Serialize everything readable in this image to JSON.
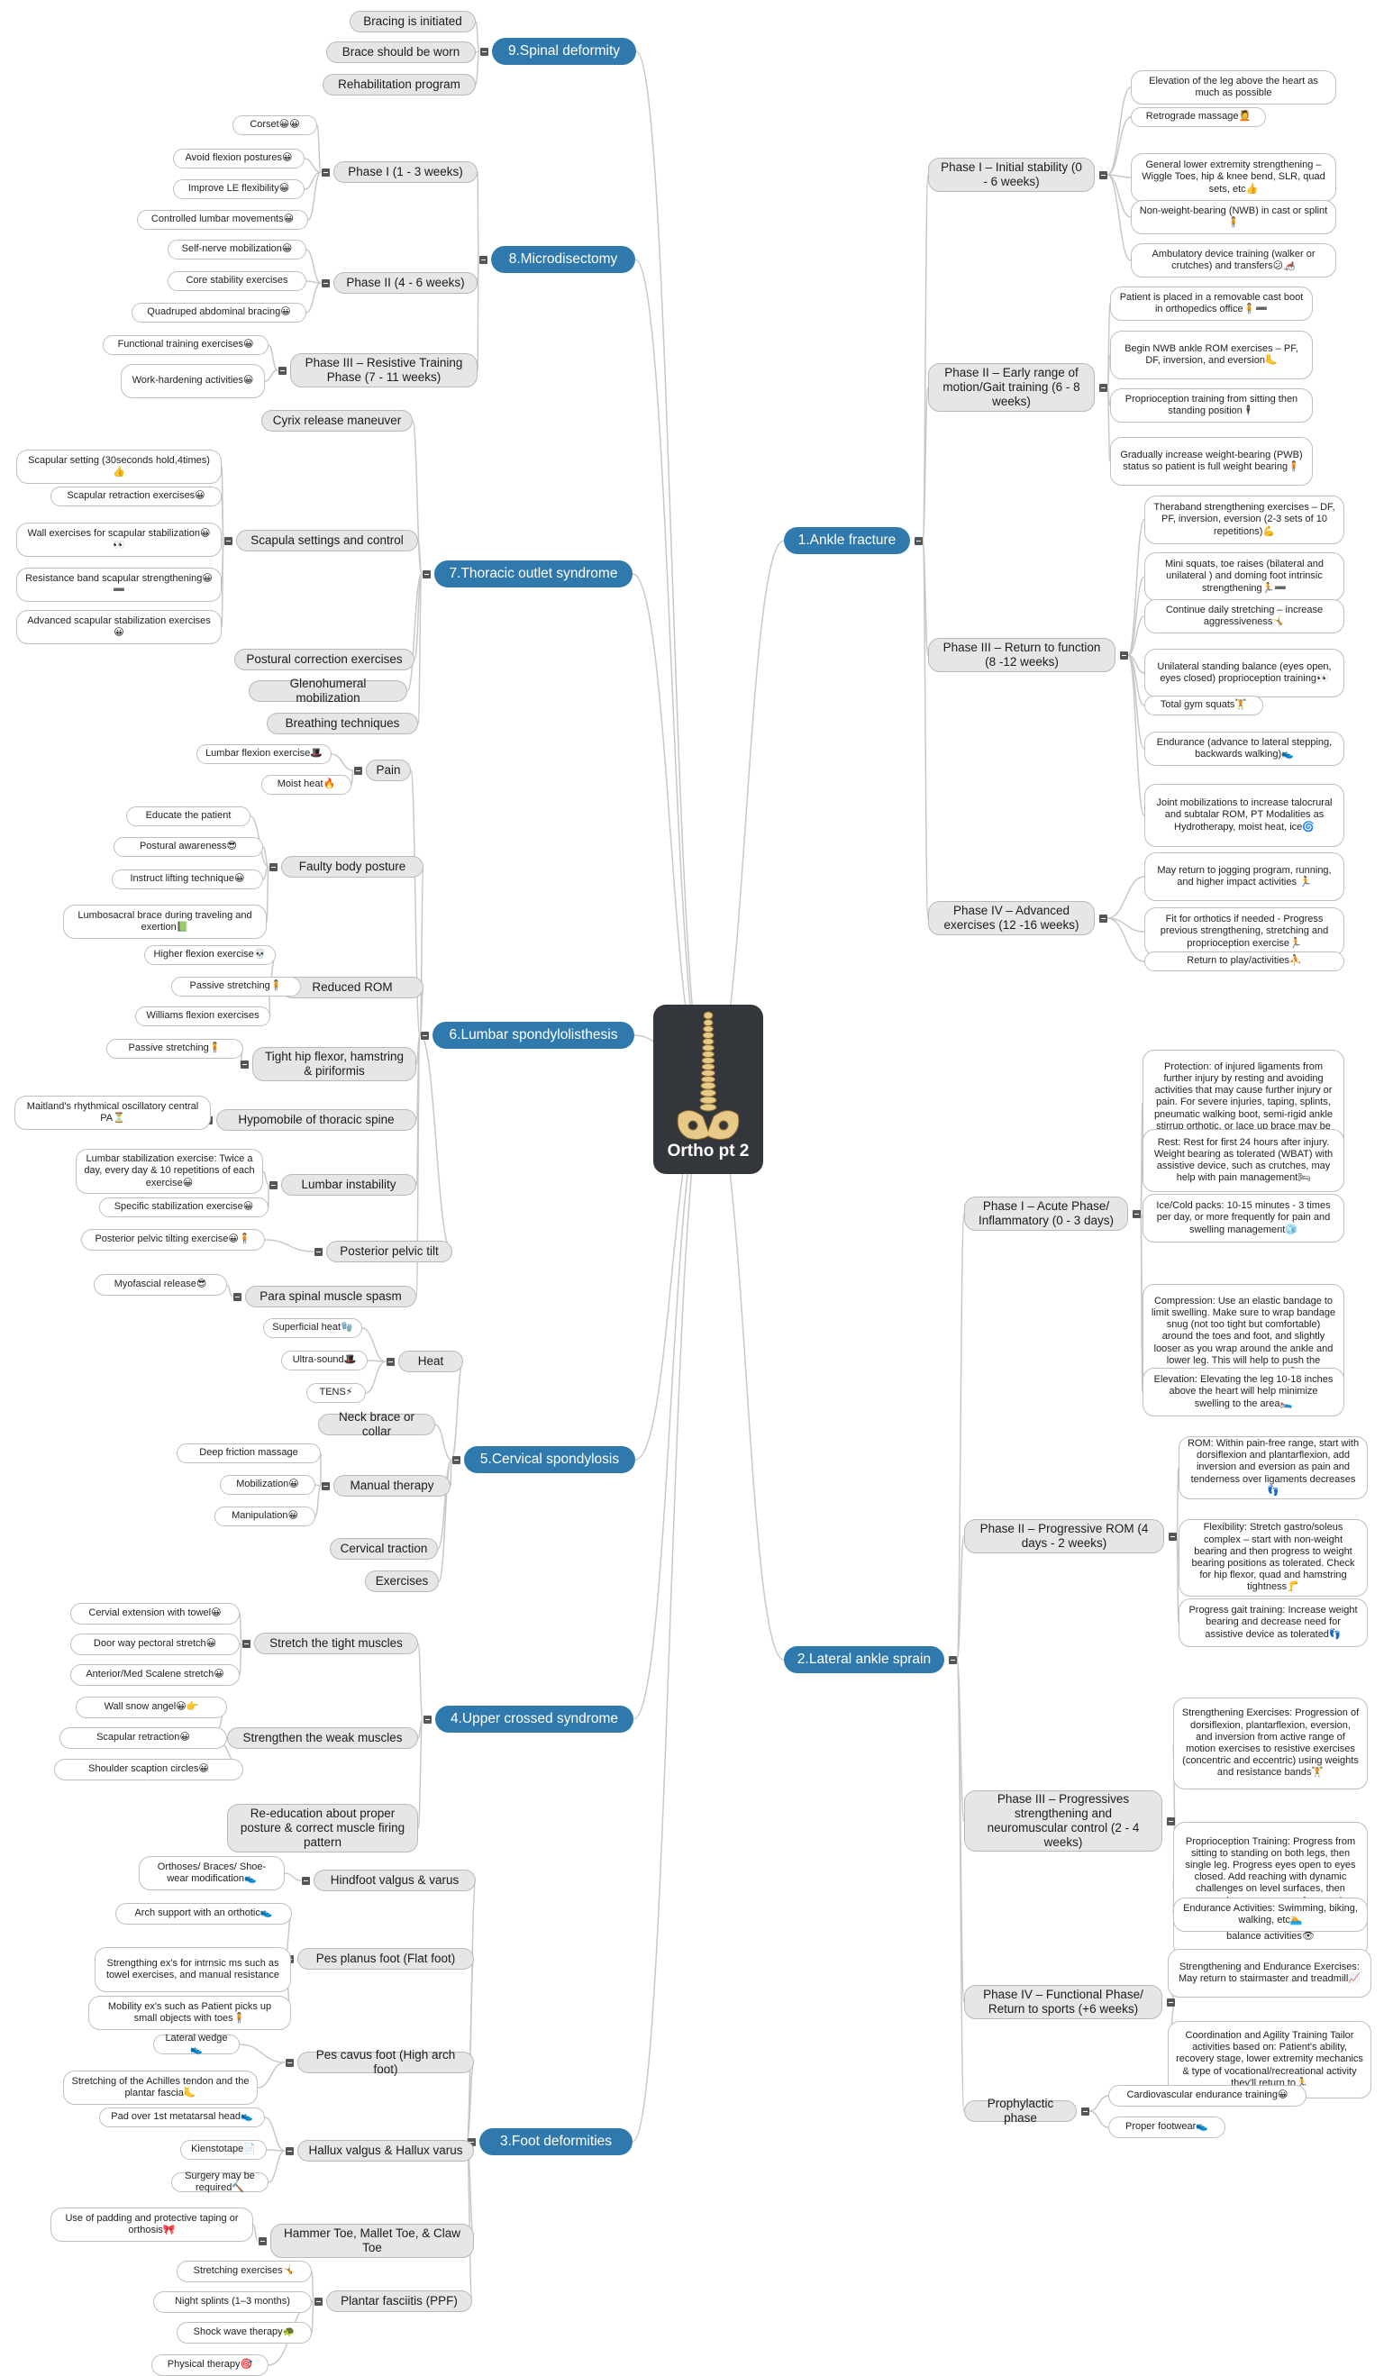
{
  "central": {
    "title": "Ortho pt 2",
    "image": "spine-skeleton-icon"
  },
  "colors": {
    "topic": "#2f79ad",
    "subtopic": "#e6e6e6",
    "central": "#33373b",
    "line": "#c8c8c8"
  },
  "topics": [
    {
      "label": "1.Ankle fracture",
      "children": [
        {
          "label": "Phase I – Initial stability (0 - 6 weeks)",
          "children": [
            {
              "label": "Elevation of the leg above the heart as much as possible"
            },
            {
              "label": "Retrograde massage💆"
            },
            {
              "label": "General lower extremity strengthening – Wiggle Toes, hip & knee bend, SLR, quad sets, etc👍"
            },
            {
              "label": "Non-weight-bearing (NWB) in cast or splint🧍"
            },
            {
              "label": "Ambulatory device training (walker or crutches) and transfers😕🦽"
            }
          ]
        },
        {
          "label": "Phase II – Early range of motion/Gait training (6 - 8 weeks)",
          "children": [
            {
              "label": "Patient is placed in a removable cast boot in orthopedics office🧍➖"
            },
            {
              "label": "Begin NWB ankle ROM exercises – PF, DF, inversion, and eversion🦶"
            },
            {
              "label": "Proprioception training from sitting then standing position🕴"
            },
            {
              "label": "Gradually increase weight-bearing (PWB) status so patient is full weight bearing🧍"
            }
          ]
        },
        {
          "label": "Phase III – Return to function (8 -12 weeks)",
          "children": [
            {
              "label": "Theraband strengthening exercises – DF, PF, inversion, eversion (2-3 sets of 10 repetitions)💪"
            },
            {
              "label": "Mini squats, toe raises (bilateral and unilateral ) and doming foot intrinsic strengthening🏃➖"
            },
            {
              "label": "Continue daily stretching – increase aggressiveness🤸"
            },
            {
              "label": "Unilateral standing balance (eyes open, eyes closed) proprioception training👀"
            },
            {
              "label": "Total gym squats🏋"
            },
            {
              "label": "Endurance (advance to lateral stepping, backwards walking)👟"
            },
            {
              "label": "Joint mobilizations to increase talocrural and subtalar ROM, PT Modalities as Hydrotherapy, moist heat, ice🌀"
            }
          ]
        },
        {
          "label": "Phase IV – Advanced exercises (12 -16 weeks)",
          "children": [
            {
              "label": "May return to jogging program, running, and higher impact activities 🏃"
            },
            {
              "label": "Fit for orthotics if needed - Progress previous strengthening, stretching and proprioception exercise🏃"
            },
            {
              "label": "Return to play/activities⛹"
            }
          ]
        }
      ]
    },
    {
      "label": "2.Lateral ankle sprain",
      "children": [
        {
          "label": "Phase I – Acute Phase/ Inflammatory (0 - 3 days)",
          "children": [
            {
              "label": "Protection: of injured ligaments from further injury by resting and avoiding activities that may cause further injury or pain. For severe injuries, taping, splints, pneumatic walking boot, semi-rigid ankle stirrup orthotic, or lace up brace may be recommended🛡"
            },
            {
              "label": "Rest: Rest for first 24 hours after injury. Weight bearing as tolerated (WBAT) with assistive device, such as crutches, may help with pain management🛏"
            },
            {
              "label": "Ice/Cold packs: 10-15 minutes - 3 times per day, or more frequently for pain and swelling management🧊"
            },
            {
              "label": "Compression: Use an elastic bandage to limit swelling. Make sure to wrap bandage snug (not too tight but comfortable) around the toes and foot, and slightly looser as you wrap around the ankle and lower leg. This will help to push the swelling out of the foot😉"
            },
            {
              "label": "Elevation: Elevating the leg 10-18 inches above the heart will help minimize swelling to the area🛌"
            }
          ]
        },
        {
          "label": "Phase II – Progressive ROM (4 days - 2 weeks)",
          "children": [
            {
              "label": "ROM: Within pain-free range, start with dorsiflexion and plantarflexion, add inversion and eversion as pain and tenderness over ligaments decreases👣"
            },
            {
              "label": "Flexibility: Stretch gastro/soleus complex – start with non-weight bearing and then progress to weight bearing positions as tolerated. Check for hip flexor, quad and hamstring tightness🦵"
            },
            {
              "label": "Progress gait training: Increase weight bearing and decrease need for assistive device as tolerated👣"
            }
          ]
        },
        {
          "label": "Phase III – Progressives strengthening and neuromuscular control (2 - 4 weeks)",
          "children": [
            {
              "label": "Strengthening Exercises: Progression of dorsiflexion, plantarflexion, eversion, and inversion from active range of motion exercises to resistive exercises (concentric and eccentric) using weights and resistance bands🏋"
            },
            {
              "label": "Proprioception Training: Progress from sitting to standing on both legs, then single leg. Progress eyes open to eyes closed. Add reaching with dynamic challenges on level surfaces, then progressing to uneven surfaces using wobble board, rocker board, BAPS board, foam pad, BOSU, star excursion balance activities👁"
            },
            {
              "label": "Endurance Activities: Swimming, biking, walking, etc🏊"
            }
          ]
        },
        {
          "label": "Phase IV – Functional Phase/ Return to sports (+6 weeks)",
          "children": [
            {
              "label": "Strengthening and Endurance Exercises: May return to stairmaster and treadmill📈"
            },
            {
              "label": "Coordination and Agility Training Tailor activities based on: Patient's ability, recovery stage, lower extremity mechanics & type of vocational/recreational activity they'll return to🏃"
            }
          ]
        },
        {
          "label": "Prophylactic phase",
          "children": [
            {
              "label": "Cardiovascular endurance training😀"
            },
            {
              "label": "Proper footwear👟"
            }
          ]
        }
      ]
    },
    {
      "label": "3.Foot deformities",
      "children": [
        {
          "label": "Hindfoot valgus & varus",
          "children": [
            {
              "label": "Orthoses/ Braces/ Shoe-wear modification👟"
            }
          ]
        },
        {
          "label": "Pes planus foot (Flat foot)",
          "children": [
            {
              "label": "Arch support with an orthotic👟"
            },
            {
              "label": "Strengthing ex's for intrnsic ms such as towel exercises, and manual resistance"
            },
            {
              "label": "Mobility ex's such as Patient picks up small objects with toes🧍"
            }
          ]
        },
        {
          "label": "Pes cavus foot (High arch foot)",
          "children": [
            {
              "label": "Lateral wedge👟"
            },
            {
              "label": "Stretching of the Achilles tendon and the plantar fascia🦶"
            }
          ]
        },
        {
          "label": "Hallux valgus & Hallux varus",
          "children": [
            {
              "label": "Pad over 1st metatarsal head👟"
            },
            {
              "label": "Kienstotape📄"
            },
            {
              "label": "Surgery may be required🔨"
            }
          ]
        },
        {
          "label": "Hammer Toe, Mallet Toe, & Claw Toe",
          "children": [
            {
              "label": "Use of padding and protective taping or orthosis🎀"
            }
          ]
        },
        {
          "label": "Plantar fasciitis (PPF)",
          "children": [
            {
              "label": "Stretching exercises🤸"
            },
            {
              "label": "Night splints (1–3 months)"
            },
            {
              "label": "Shock wave therapy🐢"
            },
            {
              "label": "Physical therapy🎯"
            }
          ]
        }
      ]
    },
    {
      "label": "4.Upper crossed syndrome",
      "children": [
        {
          "label": "Stretch the tight muscles",
          "children": [
            {
              "label": "Cervial extension with towel😀"
            },
            {
              "label": "Door way pectoral stretch😀"
            },
            {
              "label": "Anterior/Med Scalene stretch😀"
            }
          ]
        },
        {
          "label": "Strengthen the weak muscles",
          "children": [
            {
              "label": "Wall snow angel😀👉"
            },
            {
              "label": "Scapular retraction😀"
            },
            {
              "label": "Shoulder scaption circles😀"
            }
          ]
        },
        {
          "label": "Re-education about proper posture & correct muscle firing pattern",
          "children": []
        }
      ]
    },
    {
      "label": "5.Cervical spondylosis",
      "children": [
        {
          "label": "Heat",
          "children": [
            {
              "label": "Superficial heat🧤"
            },
            {
              "label": "Ultra-sound🎩"
            },
            {
              "label": "TENS⚡"
            }
          ]
        },
        {
          "label": "Neck brace or collar",
          "children": []
        },
        {
          "label": "Manual therapy",
          "children": [
            {
              "label": "Deep friction massage"
            },
            {
              "label": "Mobilization😀"
            },
            {
              "label": "Manipulation😀"
            }
          ]
        },
        {
          "label": "Cervical traction",
          "children": []
        },
        {
          "label": "Exercises",
          "children": []
        }
      ]
    },
    {
      "label": "6.Lumbar spondylolisthesis",
      "children": [
        {
          "label": "Pain",
          "children": [
            {
              "label": "Lumbar flexion exercise🎩"
            },
            {
              "label": "Moist heat🔥"
            }
          ]
        },
        {
          "label": "Faulty body posture",
          "children": [
            {
              "label": "Educate the patient"
            },
            {
              "label": "Postural awareness😎"
            },
            {
              "label": "Instruct lifting technique😀"
            },
            {
              "label": "Lumbosacral brace during traveling and exertion📗"
            }
          ]
        },
        {
          "label": "Reduced ROM",
          "children": [
            {
              "label": "Higher flexion exercise💀"
            },
            {
              "label": "Passive stretching🧍"
            },
            {
              "label": "Williams flexion exercises"
            }
          ]
        },
        {
          "label": "Tight hip flexor, hamstring & piriformis",
          "children": [
            {
              "label": "Passive stretching🧍"
            }
          ]
        },
        {
          "label": "Hypomobile of thoracic spine",
          "children": [
            {
              "label": "Maitland's rhythmical oscillatory central PA⏳"
            }
          ]
        },
        {
          "label": "Lumbar instability",
          "children": [
            {
              "label": "Lumbar stabilization exercise: Twice a day, every day & 10 repetitions of each exercise😀"
            },
            {
              "label": "Specific stabilization exercise😀"
            }
          ]
        },
        {
          "label": "Posterior pelvic tilt",
          "children": [
            {
              "label": "Posterior pelvic tilting exercise😀🧍"
            }
          ]
        },
        {
          "label": "Para spinal muscle spasm",
          "children": [
            {
              "label": "Myofascial release😎"
            }
          ]
        }
      ]
    },
    {
      "label": "7.Thoracic outlet syndrome",
      "children": [
        {
          "label": "Cyrix release maneuver",
          "children": []
        },
        {
          "label": "Scapula settings and control",
          "children": [
            {
              "label": "Scapular setting (30seconds hold,4times)👍"
            },
            {
              "label": "Scapular retraction exercises😀"
            },
            {
              "label": "Wall exercises for scapular stabilization😀👀"
            },
            {
              "label": "Resistance band scapular strengthening😀➖"
            },
            {
              "label": "Advanced scapular stabilization exercises😀"
            }
          ]
        },
        {
          "label": "Postural correction exercises",
          "children": []
        },
        {
          "label": "Glenohumeral mobilization",
          "children": []
        },
        {
          "label": "Breathing techniques",
          "children": []
        }
      ]
    },
    {
      "label": "8.Microdisectomy",
      "children": [
        {
          "label": "Phase I (1 - 3 weeks)",
          "children": [
            {
              "label": "Corset😀😀"
            },
            {
              "label": "Avoid flexion postures😀"
            },
            {
              "label": "Improve LE flexibility😀"
            },
            {
              "label": "Controlled lumbar movements😀"
            }
          ]
        },
        {
          "label": "Phase II (4 - 6 weeks)",
          "children": [
            {
              "label": "Self-nerve mobilization😀"
            },
            {
              "label": "Core stability exercises"
            },
            {
              "label": "Quadruped abdominal bracing😀"
            }
          ]
        },
        {
          "label": "Phase III – Resistive Training Phase (7 - 11 weeks)",
          "children": [
            {
              "label": "Functional training exercises😀"
            },
            {
              "label": "Work-hardening activities😀"
            }
          ]
        }
      ]
    },
    {
      "label": "9.Spinal deformity",
      "children": [
        {
          "label": "Bracing is initiated",
          "children": []
        },
        {
          "label": "Brace should be worn",
          "children": []
        },
        {
          "label": "Rehabilitation program",
          "children": []
        }
      ]
    }
  ]
}
